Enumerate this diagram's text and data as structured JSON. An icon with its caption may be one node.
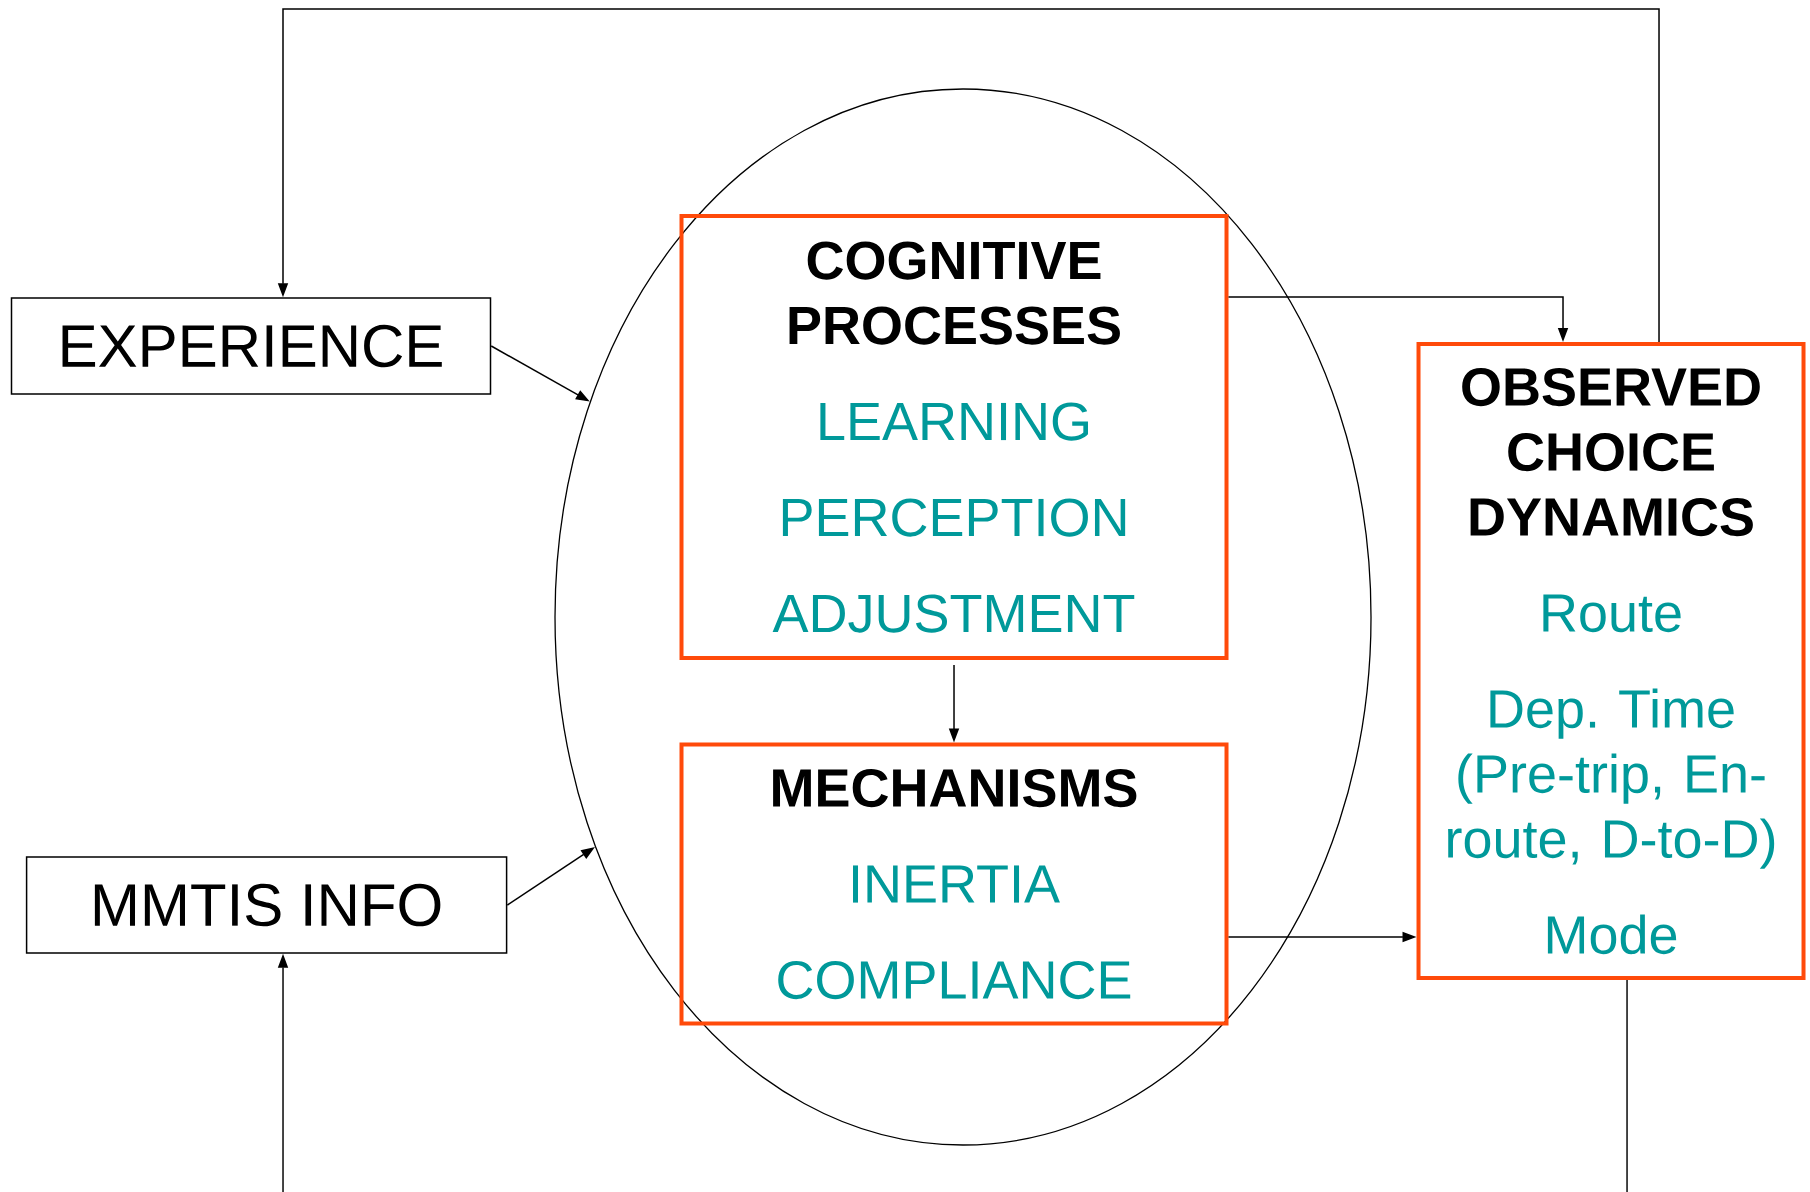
{
  "diagram": {
    "nodes": [
      {
        "text": [
          "EXPERIENCE"
        ]
      },
      {
        "text": [],
        "shape": "ellipse"
      },
      {
        "text": [
          "COGNITIVE PROCESSES",
          "LEARNING",
          "PERCEPTION",
          "ADJUSTMENT"
        ],
        "in": 1
      },
      {
        "text": [
          "MECHANISMS",
          "INERTIA",
          "COMPLIANCE"
        ],
        "in": 1
      },
      {
        "text": [
          "OBSERVED CHOICE DYNAMICS",
          "Route",
          "Dep. Time (Pre-trip, En-route, D-to-D)",
          "Mode"
        ]
      },
      {
        "text": [
          "MMTIS INFO"
        ]
      }
    ],
    "edges": [
      {
        "from": 4,
        "to": 0,
        "arrow": "to"
      },
      {
        "from": 0,
        "to": 1,
        "arrow": "to"
      },
      {
        "from": 5,
        "to": 1,
        "arrow": "to"
      },
      {
        "from": null,
        "to": 5,
        "arrow": "to"
      },
      {
        "from": 2,
        "to": 3,
        "arrow": "to"
      },
      {
        "from": 2,
        "to": 4,
        "arrow": "to"
      },
      {
        "from": 3,
        "to": 4,
        "arrow": "to"
      },
      {
        "from": 4,
        "to": null,
        "arrow": "none"
      }
    ]
  }
}
